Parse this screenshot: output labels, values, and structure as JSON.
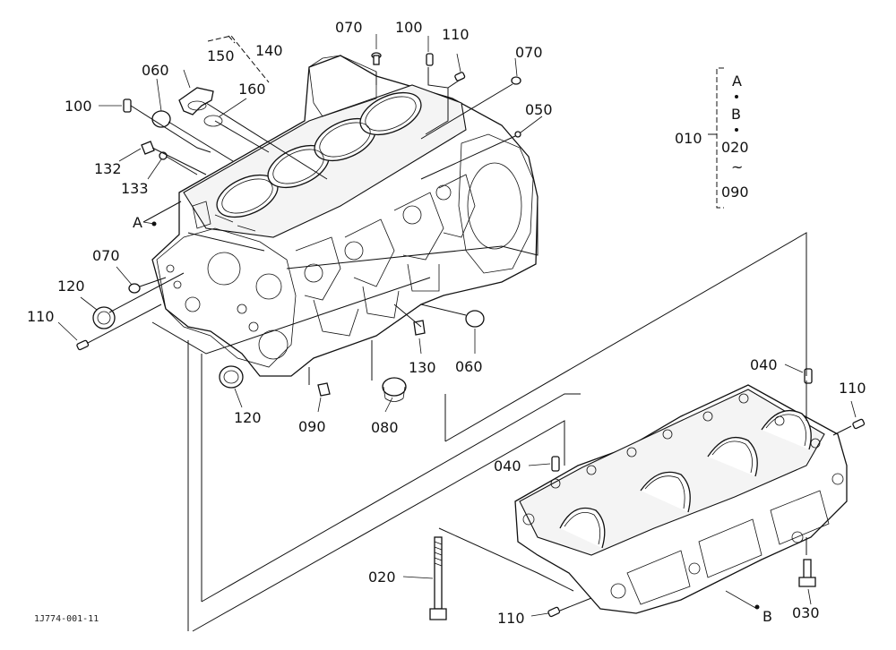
{
  "labels": {
    "l070_top": "070",
    "l100_top": "100",
    "l110_top": "110",
    "l070_right": "070",
    "l050": "050",
    "l140": "140",
    "l150": "150",
    "l160": "160",
    "l060_left": "060",
    "l100_left": "100",
    "l132": "132",
    "l133": "133",
    "lA_left": "A",
    "l070_left": "070",
    "l120_left": "120",
    "l110_left": "110",
    "l130": "130",
    "l060_bottom": "060",
    "l120_bottom": "120",
    "l090_bottom": "090",
    "l080": "080",
    "l040_right": "040",
    "l110_right": "110",
    "l040_mid": "040",
    "l020": "020",
    "l110_bottom": "110",
    "lB_bottom": "B",
    "l030": "030"
  },
  "legend": {
    "code": "010",
    "items": [
      "A",
      "B",
      "020",
      "~",
      "090"
    ]
  },
  "footer": {
    "code": "1J774-001-11"
  }
}
